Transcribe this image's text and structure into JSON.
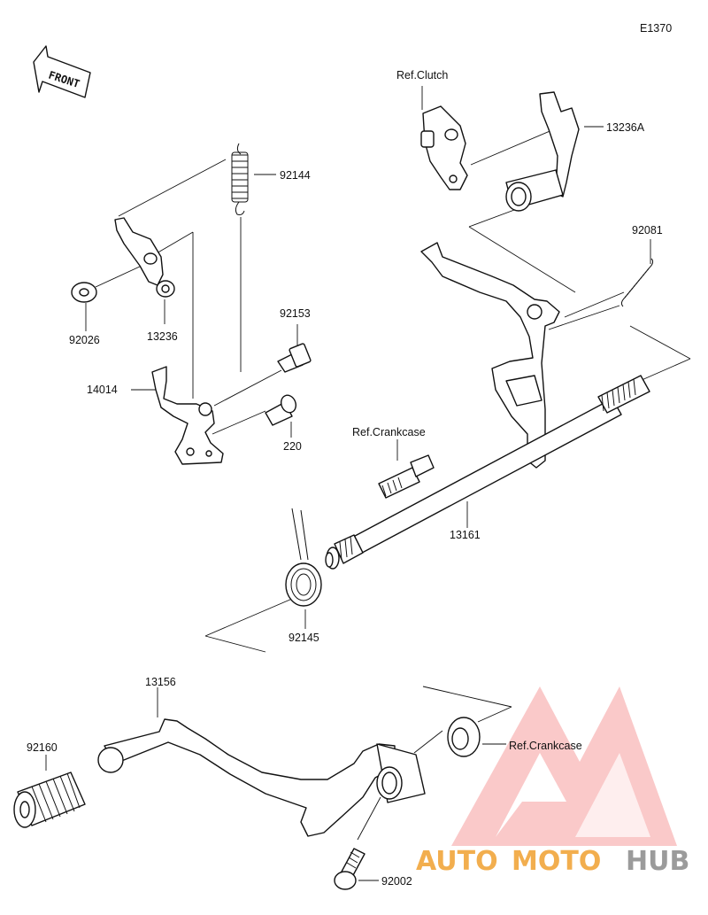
{
  "diagram_code": "E1370",
  "front_label": "FRONT",
  "references": {
    "clutch": "Ref.Clutch",
    "crankcase_upper": "Ref.Crankcase",
    "crankcase_lower": "Ref.Crankcase"
  },
  "parts": {
    "p92144": "92144",
    "p92026": "92026",
    "p13236": "13236",
    "p14014": "14014",
    "p92153": "92153",
    "p220": "220",
    "p13236A": "13236A",
    "p92081": "92081",
    "p13161": "13161",
    "p92145": "92145",
    "p13156": "13156",
    "p92160": "92160",
    "p92002": "92002"
  },
  "watermark": {
    "word1": "AUTO",
    "word2": "MOTO",
    "word3": "HUB",
    "color_primary": "#f0a030",
    "color_secondary": "#8a8a8a",
    "color_mark": "#f07070"
  }
}
